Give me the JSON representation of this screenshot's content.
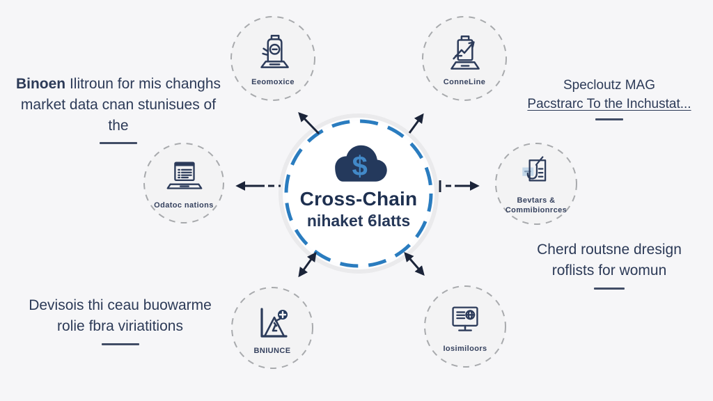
{
  "diagram": {
    "center": {
      "icon": "cloud-dollar-icon",
      "title": "Cross-Chain",
      "subtitle": "nihaket ϐlatts"
    },
    "nodes": [
      {
        "position": "top-left",
        "icon": "pos-terminal-icon",
        "label": "Eeomoxice"
      },
      {
        "position": "top-right",
        "icon": "chart-clipboard-icon",
        "label": "ConneLine"
      },
      {
        "position": "left",
        "icon": "laptop-list-icon",
        "label": "Odatoc nations"
      },
      {
        "position": "right",
        "icon": "document-pen-icon",
        "label_line1": "Bevtars &",
        "label_line2": "Commibionrces"
      },
      {
        "position": "bottom-left",
        "icon": "mountain-chart-icon",
        "label": "BNIUNCE"
      },
      {
        "position": "bottom-right",
        "icon": "monitor-globe-icon",
        "label": "Iosimiloors"
      }
    ],
    "annotations": {
      "top_left": {
        "line1_bold": "Binoen",
        "line1_rest": " Ilitroun for mis changhs",
        "line2": "market data cnan stunisues of the"
      },
      "top_right": {
        "line1": "Specloutz MAG",
        "line2": "Pacstrarc To the Inchustat..."
      },
      "right": {
        "line1": "Cherd routsne dresign",
        "line2": "roflists for womun"
      },
      "bottom_left": {
        "line1": "Devisois thi ceau buowarme",
        "line2": "rolie fbra viriatitions"
      }
    },
    "colors": {
      "background": "#f6f6f8",
      "center_ring_blue": "#2a7cbf",
      "cloud_navy": "#24395c",
      "dollar_blue": "#4289c8",
      "text_navy": "#2c3a57",
      "node_ring_gray": "#a8aaad",
      "arrow_dark": "#1b2439"
    }
  }
}
